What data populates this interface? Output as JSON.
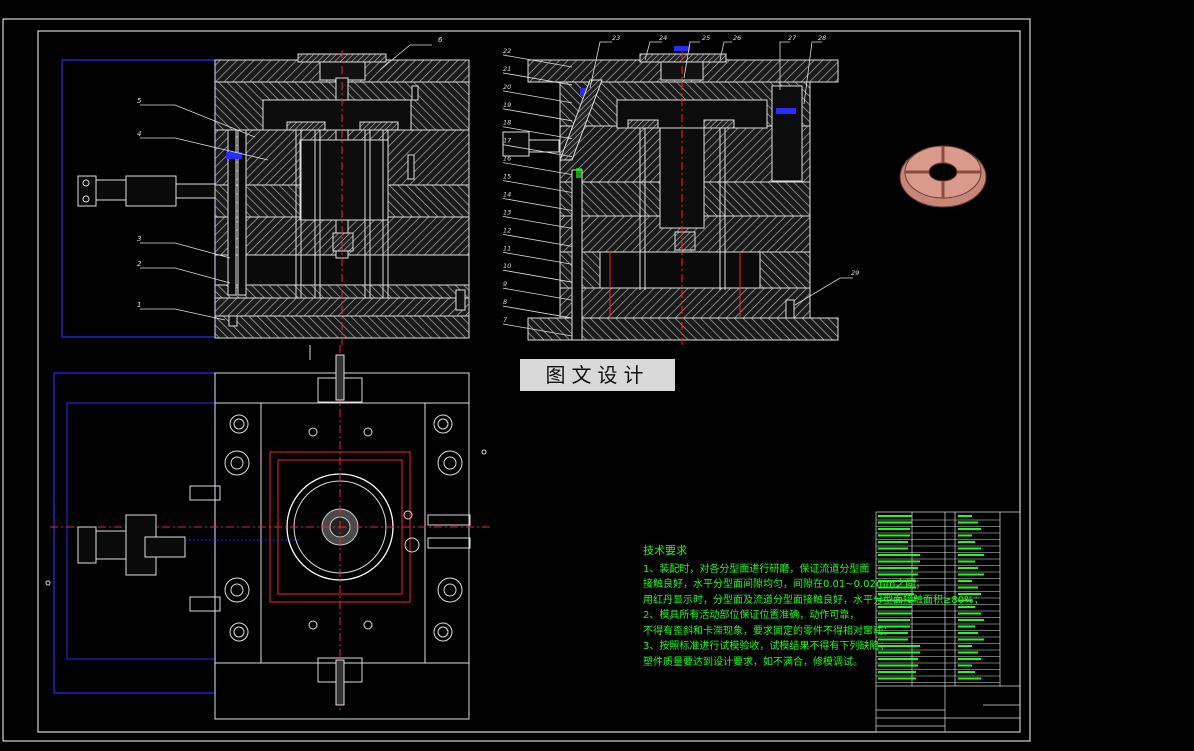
{
  "watermark": "图文设计",
  "tech_requirements": {
    "heading": "技术要求",
    "lines": [
      "1、装配时，对各分型面进行研磨，保证流道分型面",
      "接触良好，水平分型面间隙均匀，间隙在0.01~0.02mm之间；",
      "用红丹显示时，分型面及流道分型面接触良好，水平分型面接触面积≥80%；",
      "2、模具所有活动部位保证位置准确，动作可靠，",
      "不得有歪斜和卡滞现象，要求固定的零件不得相对窜动；",
      "3、按照标准进行试模验收，试模结果不得有下列缺陷；",
      "塑件质量要达到设计要求，如不满合，修模调试。"
    ]
  },
  "callouts_left": [
    "6",
    "5",
    "4",
    "3",
    "2",
    "1"
  ],
  "callouts_right_top": [
    "23",
    "24",
    "25",
    "26",
    "27",
    "28"
  ],
  "callouts_right_side": [
    "22",
    "21",
    "20",
    "19",
    "18",
    "17",
    "16",
    "15",
    "14",
    "13",
    "12",
    "11",
    "10",
    "9",
    "8",
    "7"
  ],
  "callout_29": "29",
  "colors": {
    "background": "#000000",
    "frame": "#ffffff",
    "section": "#c8c8c8",
    "outline_blue": "#2a2aff",
    "leader_green": "#19ff19",
    "center_red": "#ff2020",
    "product": "#d08a7a"
  }
}
